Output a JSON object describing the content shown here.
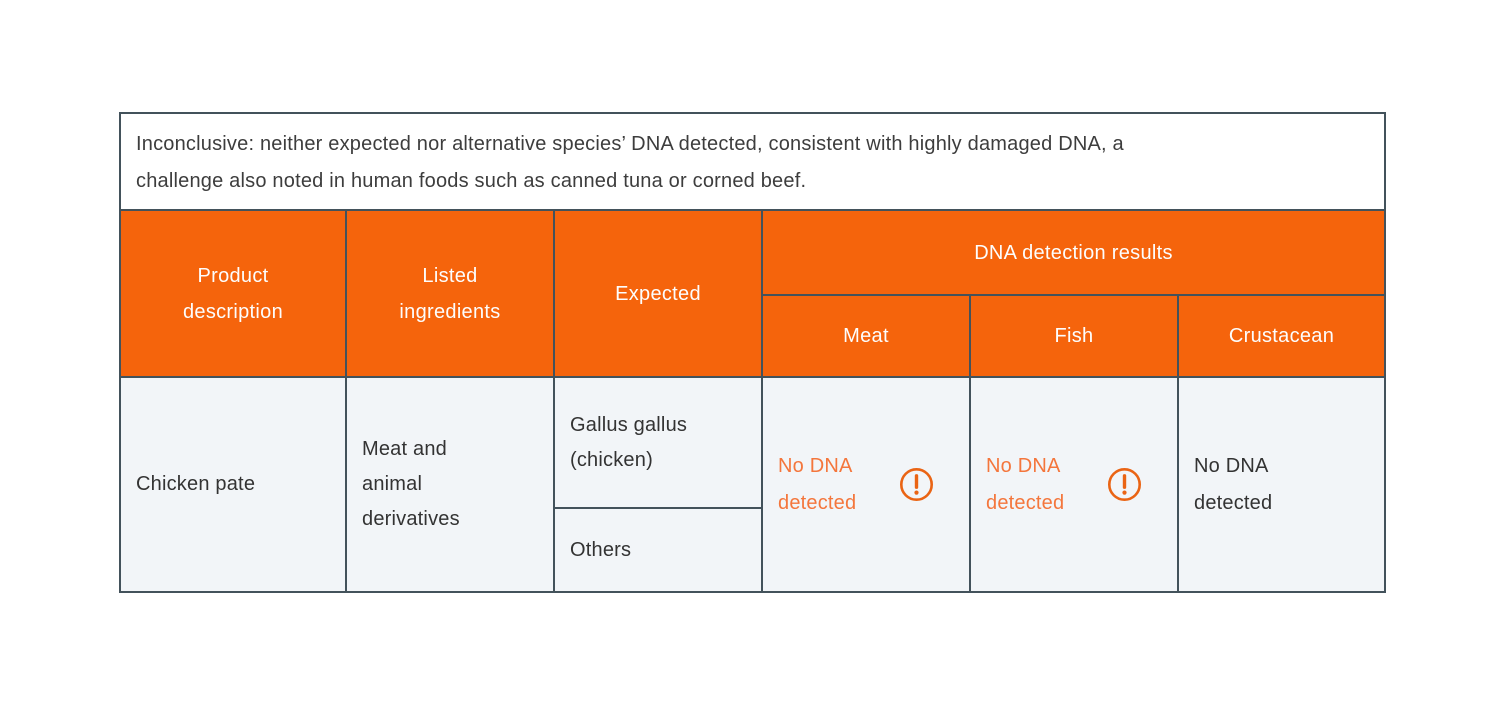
{
  "note": {
    "lines": [
      "Inconclusive: neither expected nor alternative species’ DNA detected, consistent with highly damaged DNA, a",
      "challenge also noted in human foods such as canned tuna or corned beef."
    ]
  },
  "table": {
    "headers": {
      "product": "Product description",
      "ingredients": "Listed ingredients",
      "expected": "Expected",
      "dna_group": "DNA detection results",
      "meat": "Meat",
      "fish": "Fish",
      "crustacean": "Crustacean"
    },
    "row": {
      "product": "Chicken pate",
      "ingredients": "Meat and animal derivatives",
      "expected_species": "Gallus gallus (chicken)",
      "expected_others": "Others",
      "meat_result": "No DNA detected",
      "meat_flagged": "true",
      "fish_result": "No DNA detected",
      "fish_flagged": "true",
      "crustacean_result": "No DNA detected",
      "crustacean_flagged": "false"
    }
  },
  "icons": {
    "warning": "exclamation-circle-icon"
  },
  "colors": {
    "header_orange": "#F5640C",
    "warning_text_orange": "#F4763C",
    "warning_icon_orange": "#EA6414",
    "grid_border": "#43525B",
    "body_cell_bg": "#F2F5F8",
    "note_bg": "#FFFFFF",
    "body_text": "#333333",
    "header_text": "#FDFDFD"
  }
}
